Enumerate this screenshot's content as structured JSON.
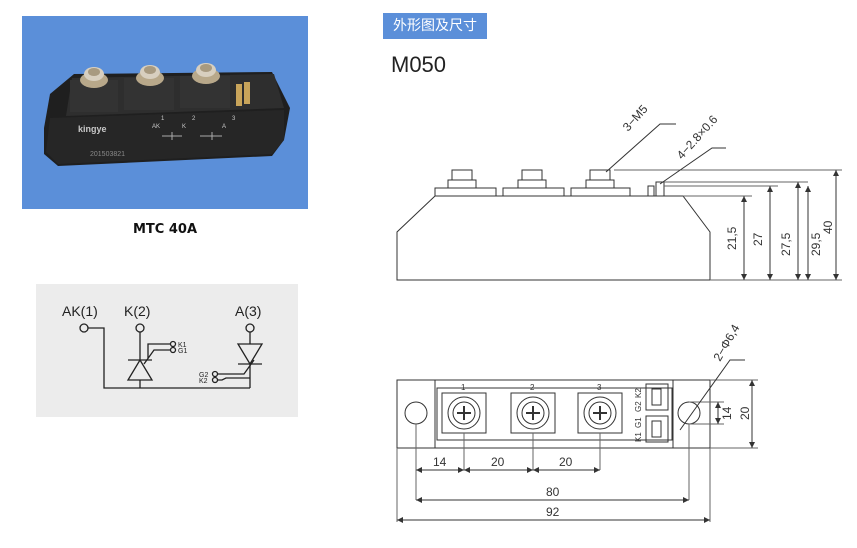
{
  "photo": {
    "caption": "MTC 40A",
    "brand": "kingye",
    "serial": "201503821",
    "terminal_labels": [
      "AK",
      "1",
      "K",
      "2",
      "A",
      "3"
    ]
  },
  "circuit": {
    "terminal_ak": "AK(1)",
    "terminal_k": "K(2)",
    "terminal_a": "A(3)",
    "k1": "K1",
    "g1": "G1",
    "g2": "G2",
    "k2": "K2"
  },
  "header": {
    "section_title": "外形图及尺寸",
    "model": "M050"
  },
  "side_view": {
    "screw_callout": "3−M5",
    "tab_callout": "4−2.8×0.6",
    "heights": [
      "21,5",
      "27",
      "27,5",
      "29,5",
      "40"
    ]
  },
  "top_view": {
    "terminal_numbers": [
      "1",
      "2",
      "3"
    ],
    "gate_labels": [
      "K2",
      "G2",
      "G1",
      "K1"
    ],
    "hole_callout": "2−Φ6,4",
    "horizontal_dims": [
      "14",
      "20",
      "20",
      "80",
      "92"
    ],
    "vertical_dims": [
      "14",
      "20"
    ]
  },
  "colors": {
    "accent_blue": "#5b8fd9",
    "module_body": "#2b2b2b",
    "panel_gray": "#ececec"
  }
}
